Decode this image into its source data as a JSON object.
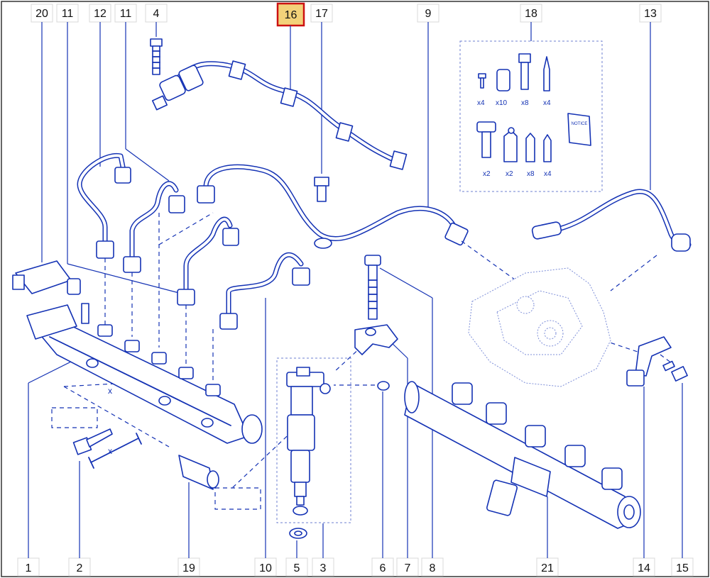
{
  "callouts_top": [
    {
      "label": "20"
    },
    {
      "label": "11"
    },
    {
      "label": "12"
    },
    {
      "label": "11"
    },
    {
      "label": "4"
    },
    {
      "label": "16",
      "highlighted": true
    },
    {
      "label": "17"
    },
    {
      "label": "9"
    },
    {
      "label": "18"
    },
    {
      "label": "13"
    }
  ],
  "callouts_bottom": [
    {
      "label": "1"
    },
    {
      "label": "2"
    },
    {
      "label": "19"
    },
    {
      "label": "10"
    },
    {
      "label": "5"
    },
    {
      "label": "3"
    },
    {
      "label": "6"
    },
    {
      "label": "7"
    },
    {
      "label": "8"
    },
    {
      "label": "21"
    },
    {
      "label": "14"
    },
    {
      "label": "15"
    }
  ],
  "kit": {
    "quantities": [
      "x4",
      "x10",
      "x8",
      "x4",
      "x2",
      "x2",
      "x8",
      "x4"
    ],
    "notice_label": "NOTICE"
  },
  "dimension_label": "x",
  "colors": {
    "line": "#1432b4",
    "highlight_fill": "#f3d27a",
    "highlight_border": "#cc1111"
  }
}
